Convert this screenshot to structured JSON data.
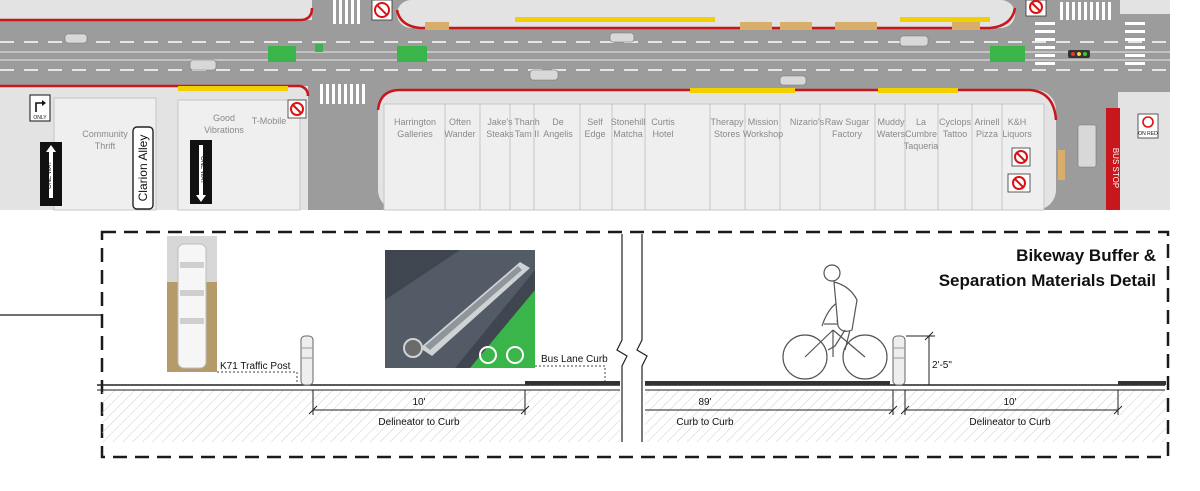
{
  "plan": {
    "street_name": "Clarion Alley",
    "one_way_left": "ONE WAY",
    "one_way_right": "ONE WAY",
    "only_sign": "ONLY",
    "bus_stop": "BUS STOP",
    "on_red_sign": "ON RED",
    "businesses_top_left": [
      {
        "l1": "Community",
        "l2": "Thrift"
      },
      {
        "l1": "Good",
        "l2": "Vibrations"
      },
      {
        "l1": "T-Mobile",
        "l2": ""
      }
    ],
    "businesses": [
      {
        "l1": "Harrington",
        "l2": "Galleries",
        "l3": ""
      },
      {
        "l1": "Often",
        "l2": "Wander",
        "l3": ""
      },
      {
        "l1": "Jake's",
        "l2": "Steaks",
        "l3": ""
      },
      {
        "l1": "Thanh",
        "l2": "Tam II",
        "l3": ""
      },
      {
        "l1": "De",
        "l2": "Angelis",
        "l3": ""
      },
      {
        "l1": "Self",
        "l2": "Edge",
        "l3": ""
      },
      {
        "l1": "Stonehill",
        "l2": "Matcha",
        "l3": ""
      },
      {
        "l1": "Curtis",
        "l2": "Hotel",
        "l3": ""
      },
      {
        "l1": "Therapy",
        "l2": "Stores",
        "l3": ""
      },
      {
        "l1": "Mission",
        "l2": "Workshop",
        "l3": ""
      },
      {
        "l1": "Nizario's",
        "l2": "",
        "l3": ""
      },
      {
        "l1": "Raw Sugar",
        "l2": "Factory",
        "l3": ""
      },
      {
        "l1": "Muddy",
        "l2": "Waters",
        "l3": ""
      },
      {
        "l1": "La",
        "l2": "Cumbre",
        "l3": "Taqueria"
      },
      {
        "l1": "Cyclops",
        "l2": "Tattoo",
        "l3": ""
      },
      {
        "l1": "Arinell",
        "l2": "Pizza",
        "l3": ""
      },
      {
        "l1": "K&H",
        "l2": "Liquors",
        "l3": ""
      }
    ]
  },
  "detail": {
    "title_line1": "Bikeway Buffer &",
    "title_line2": "Separation Materials Detail",
    "post_label": "K71 Traffic Post",
    "curb_label": "Bus Lane Curb",
    "dim1_value": "10'",
    "dim1_label": "Delineator to Curb",
    "dim2_value": "89'",
    "dim2_label": "Curb to Curb",
    "dim3_value": "10'",
    "dim3_label": "Delineator to Curb",
    "height_value": "2'-5\""
  },
  "colors": {
    "asphalt": "#9c9c9c",
    "sidewalk": "#e3e3e3",
    "curb_red": "#c8161d",
    "bus_yellow": "#f2d000",
    "bike_green": "#39b54a",
    "buffer_tan": "#d9ad6a"
  }
}
